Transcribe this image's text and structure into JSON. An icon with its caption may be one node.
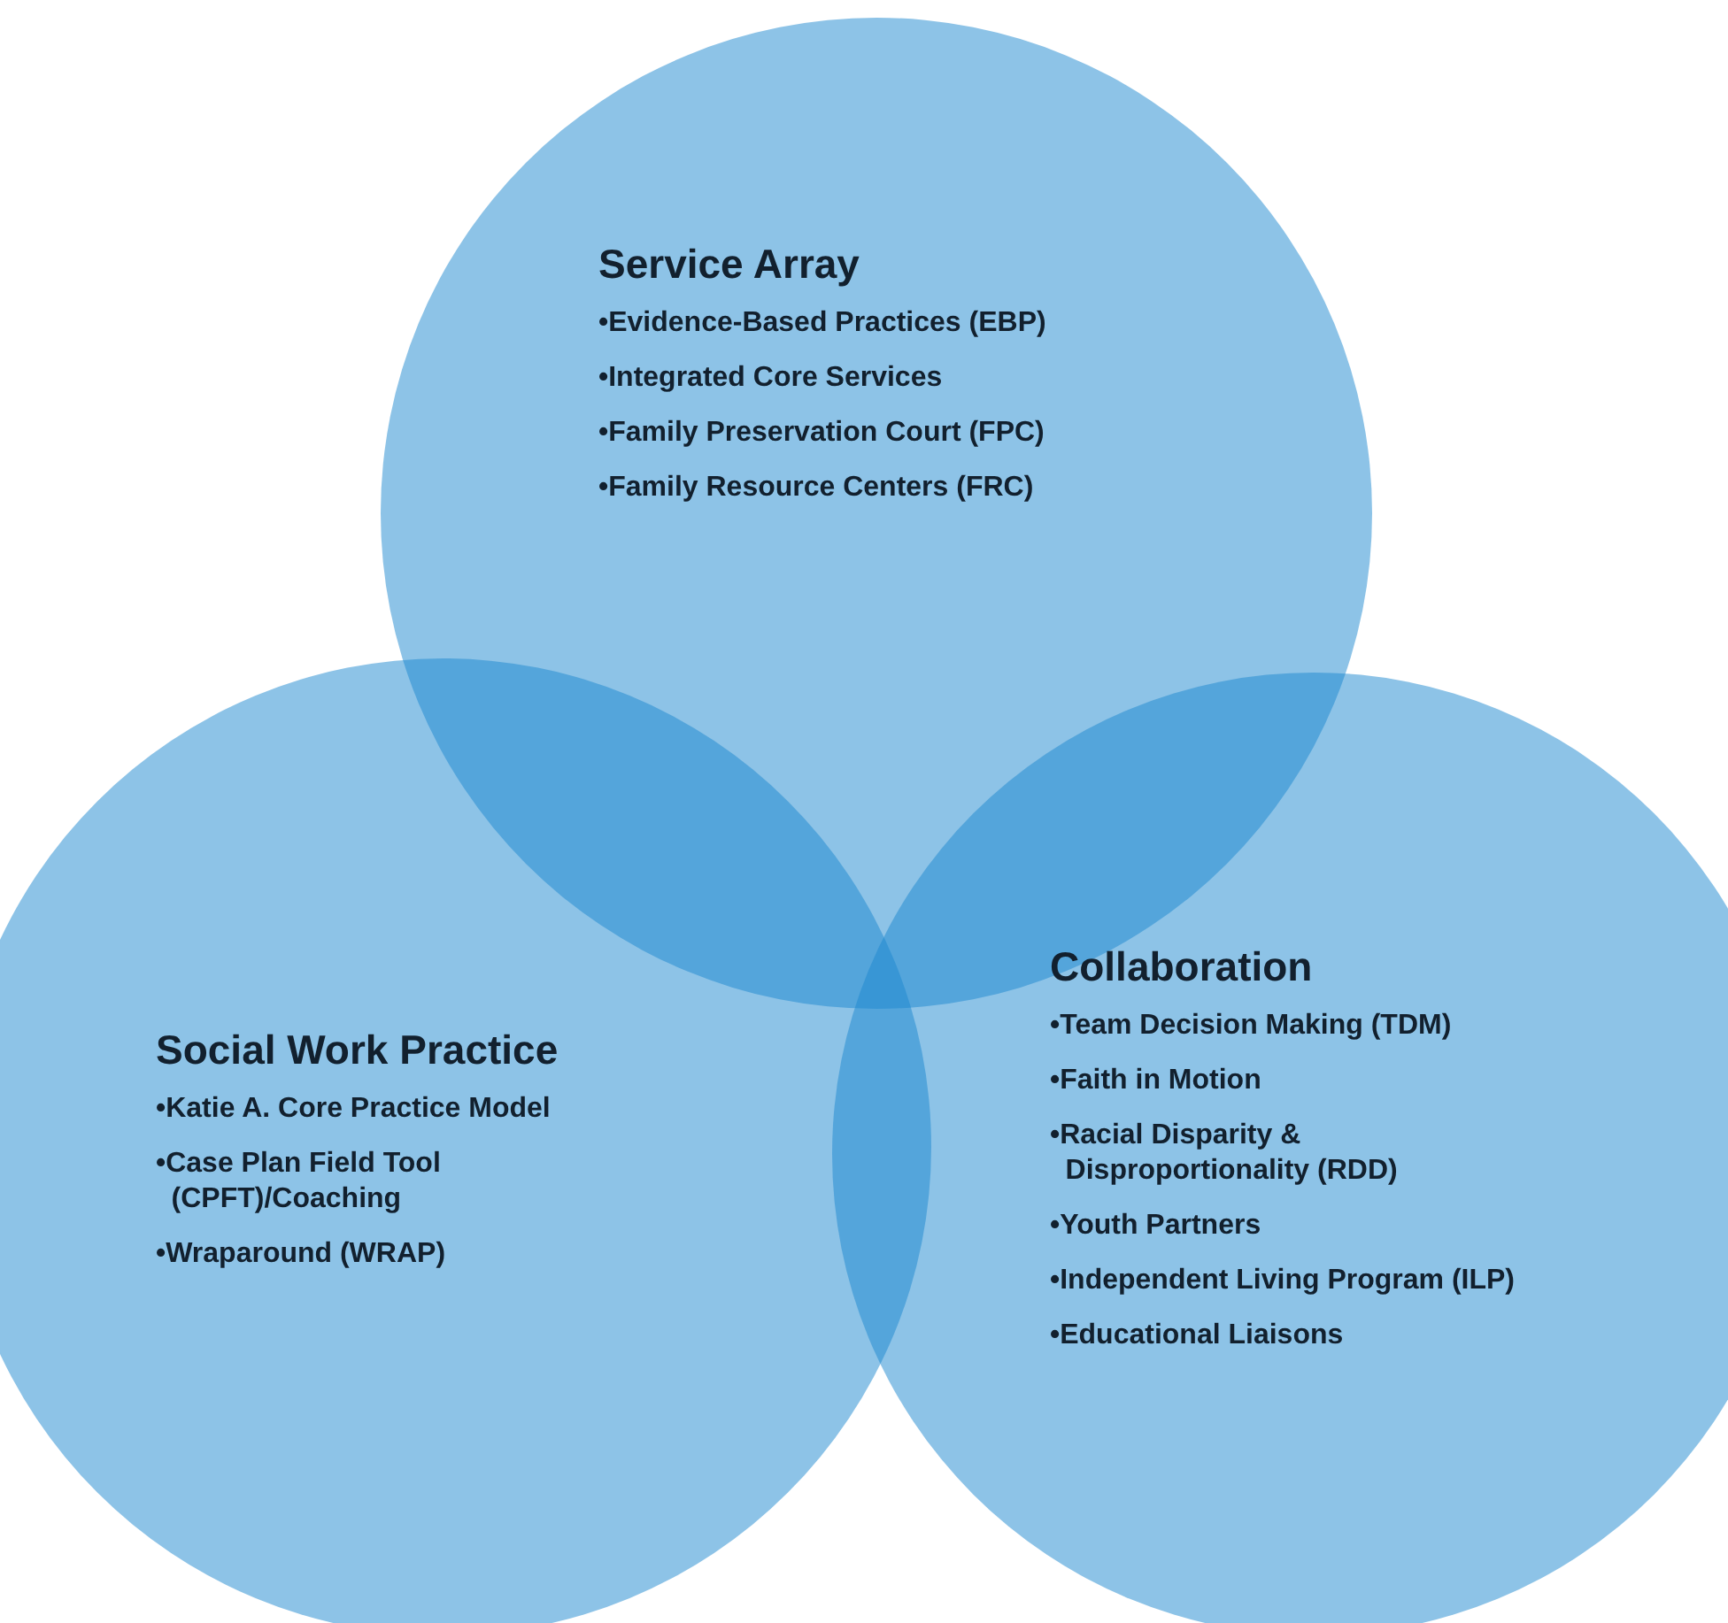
{
  "diagram": {
    "nodes": [
      {
        "text": [
          "Service Array",
          "•Evidence-Based Practices (EBP)",
          "•Integrated Core Services",
          "•Family Preservation Court (FPC)",
          "•Family Resource Centers (FRC)"
        ]
      },
      {
        "text": [
          "Social Work Practice",
          "•Katie A. Core Practice Model",
          "•Case Plan Field Tool (CPFT)/Coaching",
          "•Wraparound (WRAP)"
        ]
      },
      {
        "text": [
          "Collaboration",
          "•Team Decision Making (TDM)",
          "•Faith in Motion",
          "•Racial Disparity & Disproportionality (RDD)",
          "•Youth Partners",
          "•Independent Living Program (ILP)",
          "•Educational Liaisons"
        ]
      }
    ]
  }
}
